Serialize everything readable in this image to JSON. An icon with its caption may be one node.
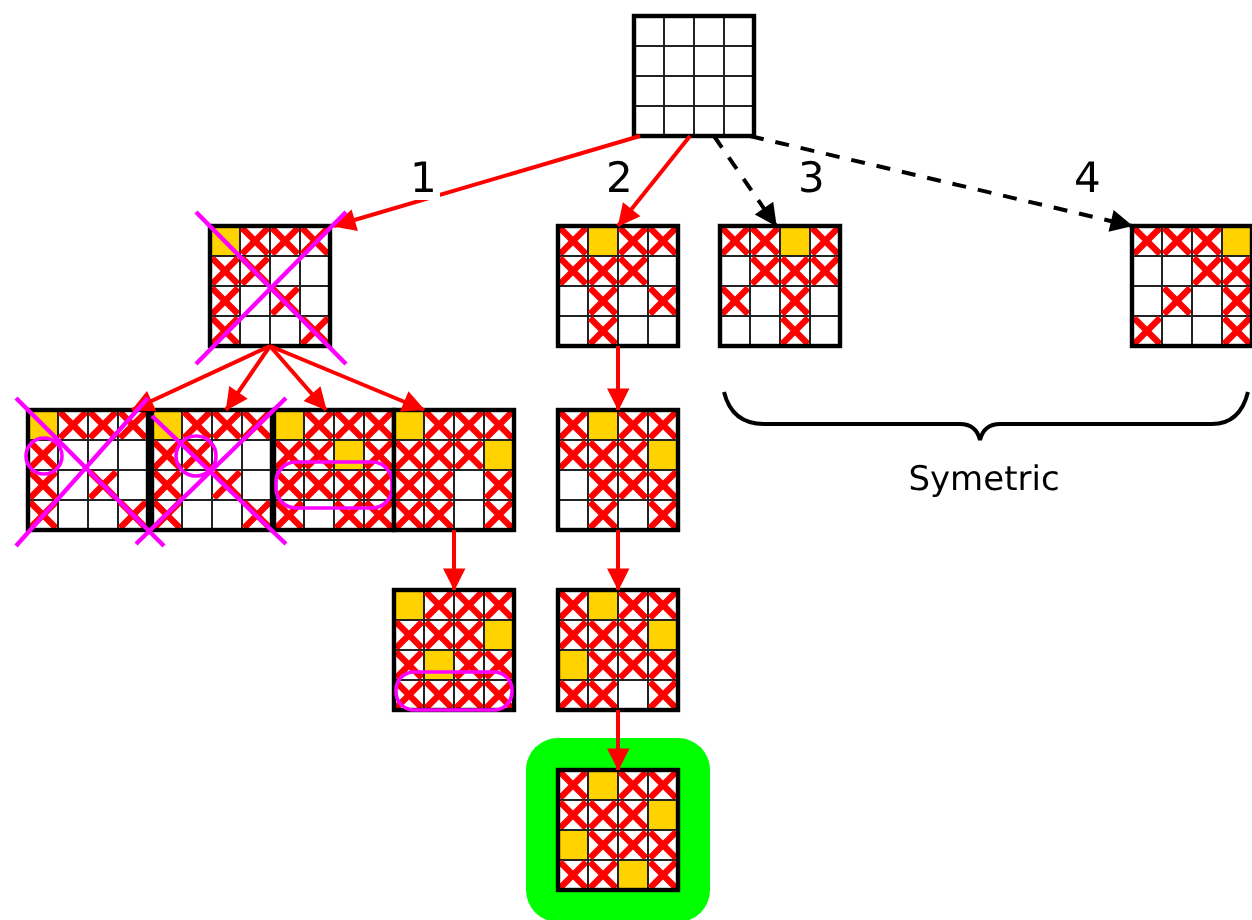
{
  "diagram": {
    "nodes": [
      {
        "text": [],
        "shape": "grid"
      },
      {
        "text": [],
        "shape": "grid"
      },
      {
        "text": [],
        "shape": "grid"
      },
      {
        "text": [],
        "shape": "grid"
      },
      {
        "text": [],
        "shape": "grid"
      },
      {
        "text": [],
        "shape": "grid"
      },
      {
        "text": [],
        "shape": "grid"
      },
      {
        "text": [],
        "shape": "grid"
      },
      {
        "text": [],
        "shape": "grid"
      },
      {
        "text": [],
        "shape": "grid"
      },
      {
        "text": [],
        "shape": "grid"
      },
      {
        "text": [],
        "shape": "grid"
      },
      {
        "text": [],
        "shape": "grid"
      }
    ],
    "edges": [
      {
        "from": 0,
        "to": 1,
        "arrow": "to",
        "label": "1"
      },
      {
        "from": 0,
        "to": 2,
        "arrow": "to",
        "label": "2"
      },
      {
        "from": 0,
        "to": 3,
        "arrow": "to",
        "label": "3",
        "style": "dashed",
        "color": "#000000"
      },
      {
        "from": 0,
        "to": 4,
        "arrow": "to",
        "label": "4",
        "style": "dashed",
        "color": "#000000"
      },
      {
        "from": 1,
        "to": 5,
        "arrow": "to"
      },
      {
        "from": 1,
        "to": 6,
        "arrow": "to"
      },
      {
        "from": 1,
        "to": 7,
        "arrow": "to"
      },
      {
        "from": 1,
        "to": 8,
        "arrow": "to"
      },
      {
        "from": 8,
        "to": 10,
        "arrow": "to"
      },
      {
        "from": 2,
        "to": 9,
        "arrow": "to"
      },
      {
        "from": 9,
        "to": 11,
        "arrow": "to"
      },
      {
        "from": 11,
        "to": 12,
        "arrow": "to"
      }
    ],
    "labels": [
      "Symetric"
    ]
  }
}
